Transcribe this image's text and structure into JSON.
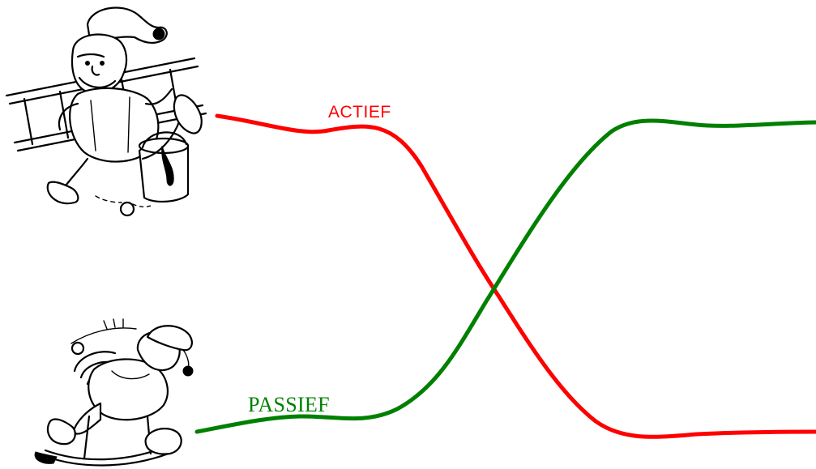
{
  "labels": {
    "active": "ACTIEF",
    "passive": "PASSIEF"
  },
  "colors": {
    "active": "#ff0000",
    "passive": "#008000",
    "background": "#ffffff"
  },
  "illustrations": {
    "active": "cartoon-painter-running-with-ladder-and-paint-bucket",
    "passive": "cartoon-man-relaxing-in-rocking-chair"
  }
}
